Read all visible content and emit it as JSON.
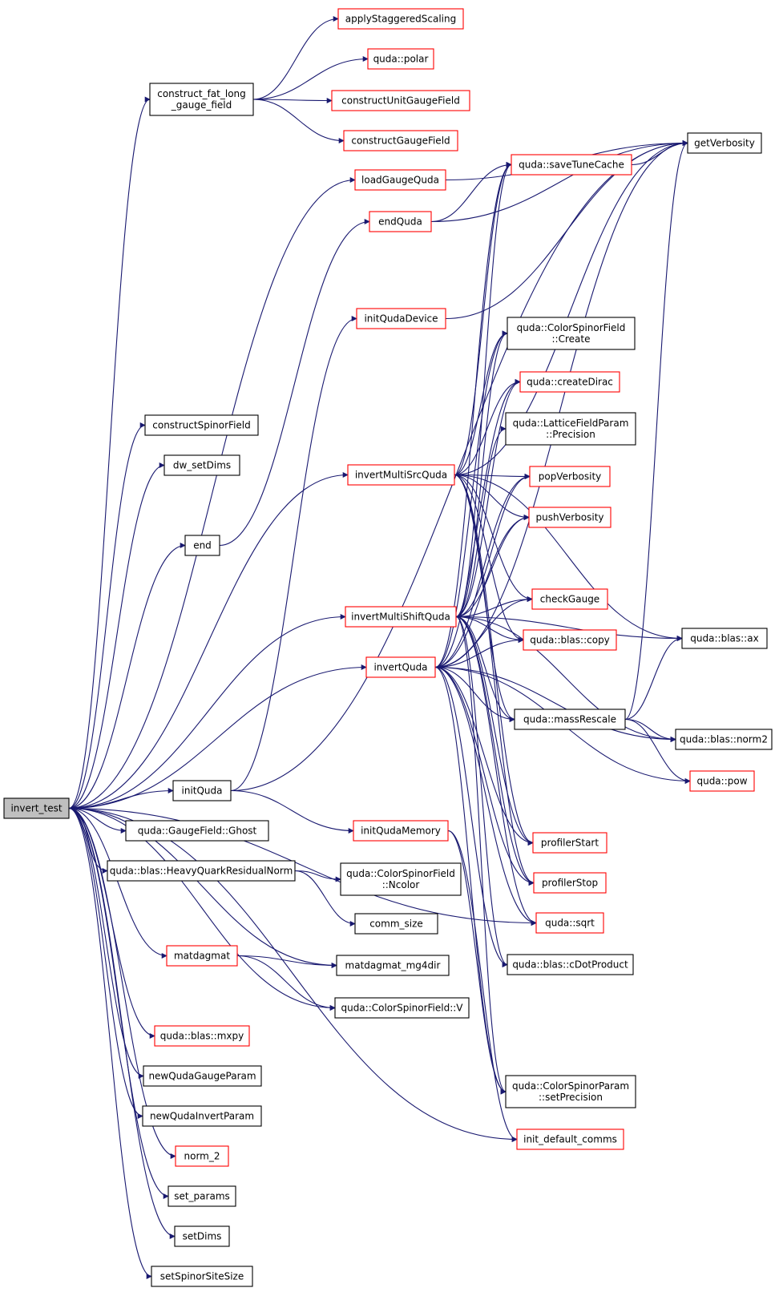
{
  "nodes": [
    {
      "id": "invert_test",
      "lines": [
        "invert_test"
      ],
      "border": "#000000",
      "root": true
    },
    {
      "id": "construct_fat_long_gauge_field",
      "lines": [
        "construct_fat_long",
        "_gauge_field"
      ],
      "border": "#000000"
    },
    {
      "id": "constructSpinorField",
      "lines": [
        "constructSpinorField"
      ],
      "border": "#000000"
    },
    {
      "id": "dw_setDims",
      "lines": [
        "dw_setDims"
      ],
      "border": "#000000"
    },
    {
      "id": "end",
      "lines": [
        "end"
      ],
      "border": "#000000"
    },
    {
      "id": "initQuda",
      "lines": [
        "initQuda"
      ],
      "border": "#000000"
    },
    {
      "id": "GaugeField_Ghost",
      "lines": [
        "quda::GaugeField::Ghost"
      ],
      "border": "#000000"
    },
    {
      "id": "HeavyQuarkResidualNorm",
      "lines": [
        "quda::blas::HeavyQuarkResidualNorm"
      ],
      "border": "#000000"
    },
    {
      "id": "matdagmat",
      "lines": [
        "matdagmat"
      ],
      "border": "#ff0000"
    },
    {
      "id": "blas_mxpy",
      "lines": [
        "quda::blas::mxpy"
      ],
      "border": "#ff0000"
    },
    {
      "id": "newQudaGaugeParam",
      "lines": [
        "newQudaGaugeParam"
      ],
      "border": "#000000"
    },
    {
      "id": "newQudaInvertParam",
      "lines": [
        "newQudaInvertParam"
      ],
      "border": "#000000"
    },
    {
      "id": "norm_2",
      "lines": [
        "norm_2"
      ],
      "border": "#ff0000"
    },
    {
      "id": "set_params",
      "lines": [
        "set_params"
      ],
      "border": "#000000"
    },
    {
      "id": "setDims",
      "lines": [
        "setDims"
      ],
      "border": "#000000"
    },
    {
      "id": "setSpinorSiteSize",
      "lines": [
        "setSpinorSiteSize"
      ],
      "border": "#000000"
    },
    {
      "id": "applyStaggeredScaling",
      "lines": [
        "applyStaggeredScaling"
      ],
      "border": "#ff0000"
    },
    {
      "id": "polar",
      "lines": [
        "quda::polar"
      ],
      "border": "#ff0000"
    },
    {
      "id": "constructUnitGaugeField",
      "lines": [
        "constructUnitGaugeField"
      ],
      "border": "#ff0000"
    },
    {
      "id": "constructGaugeField",
      "lines": [
        "constructGaugeField"
      ],
      "border": "#ff0000"
    },
    {
      "id": "loadGaugeQuda",
      "lines": [
        "loadGaugeQuda"
      ],
      "border": "#ff0000"
    },
    {
      "id": "endQuda",
      "lines": [
        "endQuda"
      ],
      "border": "#ff0000"
    },
    {
      "id": "initQudaDevice",
      "lines": [
        "initQudaDevice"
      ],
      "border": "#ff0000"
    },
    {
      "id": "invertMultiSrcQuda",
      "lines": [
        "invertMultiSrcQuda"
      ],
      "border": "#ff0000"
    },
    {
      "id": "invertMultiShiftQuda",
      "lines": [
        "invertMultiShiftQuda"
      ],
      "border": "#ff0000"
    },
    {
      "id": "invertQuda",
      "lines": [
        "invertQuda"
      ],
      "border": "#ff0000"
    },
    {
      "id": "initQudaMemory",
      "lines": [
        "initQudaMemory"
      ],
      "border": "#ff0000"
    },
    {
      "id": "CSF_Ncolor",
      "lines": [
        "quda::ColorSpinorField",
        "::Ncolor"
      ],
      "border": "#000000"
    },
    {
      "id": "comm_size",
      "lines": [
        "comm_size"
      ],
      "border": "#000000"
    },
    {
      "id": "matdagmat_mg4dir",
      "lines": [
        "matdagmat_mg4dir"
      ],
      "border": "#000000"
    },
    {
      "id": "CSF_V",
      "lines": [
        "quda::ColorSpinorField::V"
      ],
      "border": "#000000"
    },
    {
      "id": "saveTuneCache",
      "lines": [
        "quda::saveTuneCache"
      ],
      "border": "#ff0000"
    },
    {
      "id": "CSF_Create",
      "lines": [
        "quda::ColorSpinorField",
        "::Create"
      ],
      "border": "#000000"
    },
    {
      "id": "createDirac",
      "lines": [
        "quda::createDirac"
      ],
      "border": "#ff0000"
    },
    {
      "id": "LFP_Precision",
      "lines": [
        "quda::LatticeFieldParam",
        "::Precision"
      ],
      "border": "#000000"
    },
    {
      "id": "popVerbosity",
      "lines": [
        "popVerbosity"
      ],
      "border": "#ff0000"
    },
    {
      "id": "pushVerbosity",
      "lines": [
        "pushVerbosity"
      ],
      "border": "#ff0000"
    },
    {
      "id": "checkGauge",
      "lines": [
        "checkGauge"
      ],
      "border": "#ff0000"
    },
    {
      "id": "blas_copy",
      "lines": [
        "quda::blas::copy"
      ],
      "border": "#ff0000"
    },
    {
      "id": "massRescale",
      "lines": [
        "quda::massRescale"
      ],
      "border": "#000000"
    },
    {
      "id": "profilerStart",
      "lines": [
        "profilerStart"
      ],
      "border": "#ff0000"
    },
    {
      "id": "profilerStop",
      "lines": [
        "profilerStop"
      ],
      "border": "#ff0000"
    },
    {
      "id": "sqrt",
      "lines": [
        "quda::sqrt"
      ],
      "border": "#ff0000"
    },
    {
      "id": "cDotProduct",
      "lines": [
        "quda::blas::cDotProduct"
      ],
      "border": "#000000"
    },
    {
      "id": "CSP_setPrecision",
      "lines": [
        "quda::ColorSpinorParam",
        "::setPrecision"
      ],
      "border": "#000000"
    },
    {
      "id": "init_default_comms",
      "lines": [
        "init_default_comms"
      ],
      "border": "#ff0000"
    },
    {
      "id": "getVerbosity",
      "lines": [
        "getVerbosity"
      ],
      "border": "#000000"
    },
    {
      "id": "blas_ax",
      "lines": [
        "quda::blas::ax"
      ],
      "border": "#000000"
    },
    {
      "id": "blas_norm2",
      "lines": [
        "quda::blas::norm2"
      ],
      "border": "#000000"
    },
    {
      "id": "pow",
      "lines": [
        "quda::pow"
      ],
      "border": "#ff0000"
    }
  ],
  "edges": [
    [
      "invert_test",
      "construct_fat_long_gauge_field"
    ],
    [
      "invert_test",
      "constructSpinorField"
    ],
    [
      "invert_test",
      "dw_setDims"
    ],
    [
      "invert_test",
      "end"
    ],
    [
      "invert_test",
      "initQuda"
    ],
    [
      "invert_test",
      "GaugeField_Ghost"
    ],
    [
      "invert_test",
      "HeavyQuarkResidualNorm"
    ],
    [
      "invert_test",
      "matdagmat"
    ],
    [
      "invert_test",
      "blas_mxpy"
    ],
    [
      "invert_test",
      "newQudaGaugeParam"
    ],
    [
      "invert_test",
      "newQudaInvertParam"
    ],
    [
      "invert_test",
      "norm_2"
    ],
    [
      "invert_test",
      "set_params"
    ],
    [
      "invert_test",
      "setDims"
    ],
    [
      "invert_test",
      "setSpinorSiteSize"
    ],
    [
      "invert_test",
      "loadGaugeQuda"
    ],
    [
      "invert_test",
      "invertMultiSrcQuda"
    ],
    [
      "invert_test",
      "invertMultiShiftQuda"
    ],
    [
      "invert_test",
      "invertQuda"
    ],
    [
      "invert_test",
      "matdagmat_mg4dir"
    ],
    [
      "invert_test",
      "CSF_V"
    ],
    [
      "invert_test",
      "sqrt"
    ],
    [
      "invert_test",
      "init_default_comms"
    ],
    [
      "construct_fat_long_gauge_field",
      "applyStaggeredScaling"
    ],
    [
      "construct_fat_long_gauge_field",
      "polar"
    ],
    [
      "construct_fat_long_gauge_field",
      "constructUnitGaugeField"
    ],
    [
      "construct_fat_long_gauge_field",
      "constructGaugeField"
    ],
    [
      "end",
      "endQuda"
    ],
    [
      "initQuda",
      "initQudaDevice"
    ],
    [
      "initQuda",
      "initQudaMemory"
    ],
    [
      "initQuda",
      "getVerbosity"
    ],
    [
      "HeavyQuarkResidualNorm",
      "CSF_Ncolor"
    ],
    [
      "HeavyQuarkResidualNorm",
      "comm_size"
    ],
    [
      "matdagmat",
      "matdagmat_mg4dir"
    ],
    [
      "matdagmat",
      "CSF_V"
    ],
    [
      "loadGaugeQuda",
      "getVerbosity"
    ],
    [
      "endQuda",
      "saveTuneCache"
    ],
    [
      "endQuda",
      "getVerbosity"
    ],
    [
      "initQudaDevice",
      "getVerbosity"
    ],
    [
      "initQudaMemory",
      "CSP_setPrecision"
    ],
    [
      "initQudaMemory",
      "init_default_comms"
    ],
    [
      "invertMultiSrcQuda",
      "saveTuneCache"
    ],
    [
      "invertMultiSrcQuda",
      "getVerbosity"
    ],
    [
      "invertMultiSrcQuda",
      "CSF_Create"
    ],
    [
      "invertMultiSrcQuda",
      "createDirac"
    ],
    [
      "invertMultiSrcQuda",
      "popVerbosity"
    ],
    [
      "invertMultiSrcQuda",
      "pushVerbosity"
    ],
    [
      "invertMultiSrcQuda",
      "checkGauge"
    ],
    [
      "invertMultiSrcQuda",
      "blas_copy"
    ],
    [
      "invertMultiSrcQuda",
      "massRescale"
    ],
    [
      "invertMultiSrcQuda",
      "blas_ax"
    ],
    [
      "invertMultiSrcQuda",
      "profilerStart"
    ],
    [
      "invertMultiSrcQuda",
      "profilerStop"
    ],
    [
      "invertMultiShiftQuda",
      "saveTuneCache"
    ],
    [
      "invertMultiShiftQuda",
      "CSF_Create"
    ],
    [
      "invertMultiShiftQuda",
      "createDirac"
    ],
    [
      "invertMultiShiftQuda",
      "LFP_Precision"
    ],
    [
      "invertMultiShiftQuda",
      "popVerbosity"
    ],
    [
      "invertMultiShiftQuda",
      "pushVerbosity"
    ],
    [
      "invertMultiShiftQuda",
      "checkGauge"
    ],
    [
      "invertMultiShiftQuda",
      "blas_copy"
    ],
    [
      "invertMultiShiftQuda",
      "massRescale"
    ],
    [
      "invertMultiShiftQuda",
      "blas_ax"
    ],
    [
      "invertMultiShiftQuda",
      "blas_norm2"
    ],
    [
      "invertMultiShiftQuda",
      "profilerStart"
    ],
    [
      "invertMultiShiftQuda",
      "profilerStop"
    ],
    [
      "invertMultiShiftQuda",
      "sqrt"
    ],
    [
      "invertMultiShiftQuda",
      "cDotProduct"
    ],
    [
      "invertMultiShiftQuda",
      "CSP_setPrecision"
    ],
    [
      "invertQuda",
      "saveTuneCache"
    ],
    [
      "invertQuda",
      "getVerbosity"
    ],
    [
      "invertQuda",
      "CSF_Create"
    ],
    [
      "invertQuda",
      "createDirac"
    ],
    [
      "invertQuda",
      "popVerbosity"
    ],
    [
      "invertQuda",
      "pushVerbosity"
    ],
    [
      "invertQuda",
      "checkGauge"
    ],
    [
      "invertQuda",
      "blas_copy"
    ],
    [
      "invertQuda",
      "massRescale"
    ],
    [
      "invertQuda",
      "blas_norm2"
    ],
    [
      "invertQuda",
      "pow"
    ],
    [
      "invertQuda",
      "profilerStart"
    ],
    [
      "invertQuda",
      "profilerStop"
    ],
    [
      "invertQuda",
      "sqrt"
    ],
    [
      "invertQuda",
      "cDotProduct"
    ],
    [
      "invertQuda",
      "CSP_setPrecision"
    ],
    [
      "saveTuneCache",
      "getVerbosity"
    ],
    [
      "massRescale",
      "getVerbosity"
    ],
    [
      "massRescale",
      "blas_ax"
    ],
    [
      "massRescale",
      "blas_norm2"
    ],
    [
      "massRescale",
      "pow"
    ]
  ]
}
